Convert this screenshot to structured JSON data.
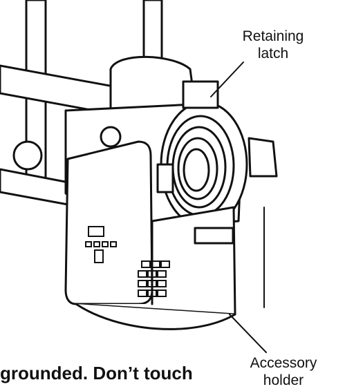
{
  "callouts": {
    "retaining_latch": [
      "Retaining",
      "latch"
    ],
    "accessory_holder": [
      "Accessory",
      "holder"
    ]
  },
  "caption": "grounded. Don’t touch"
}
